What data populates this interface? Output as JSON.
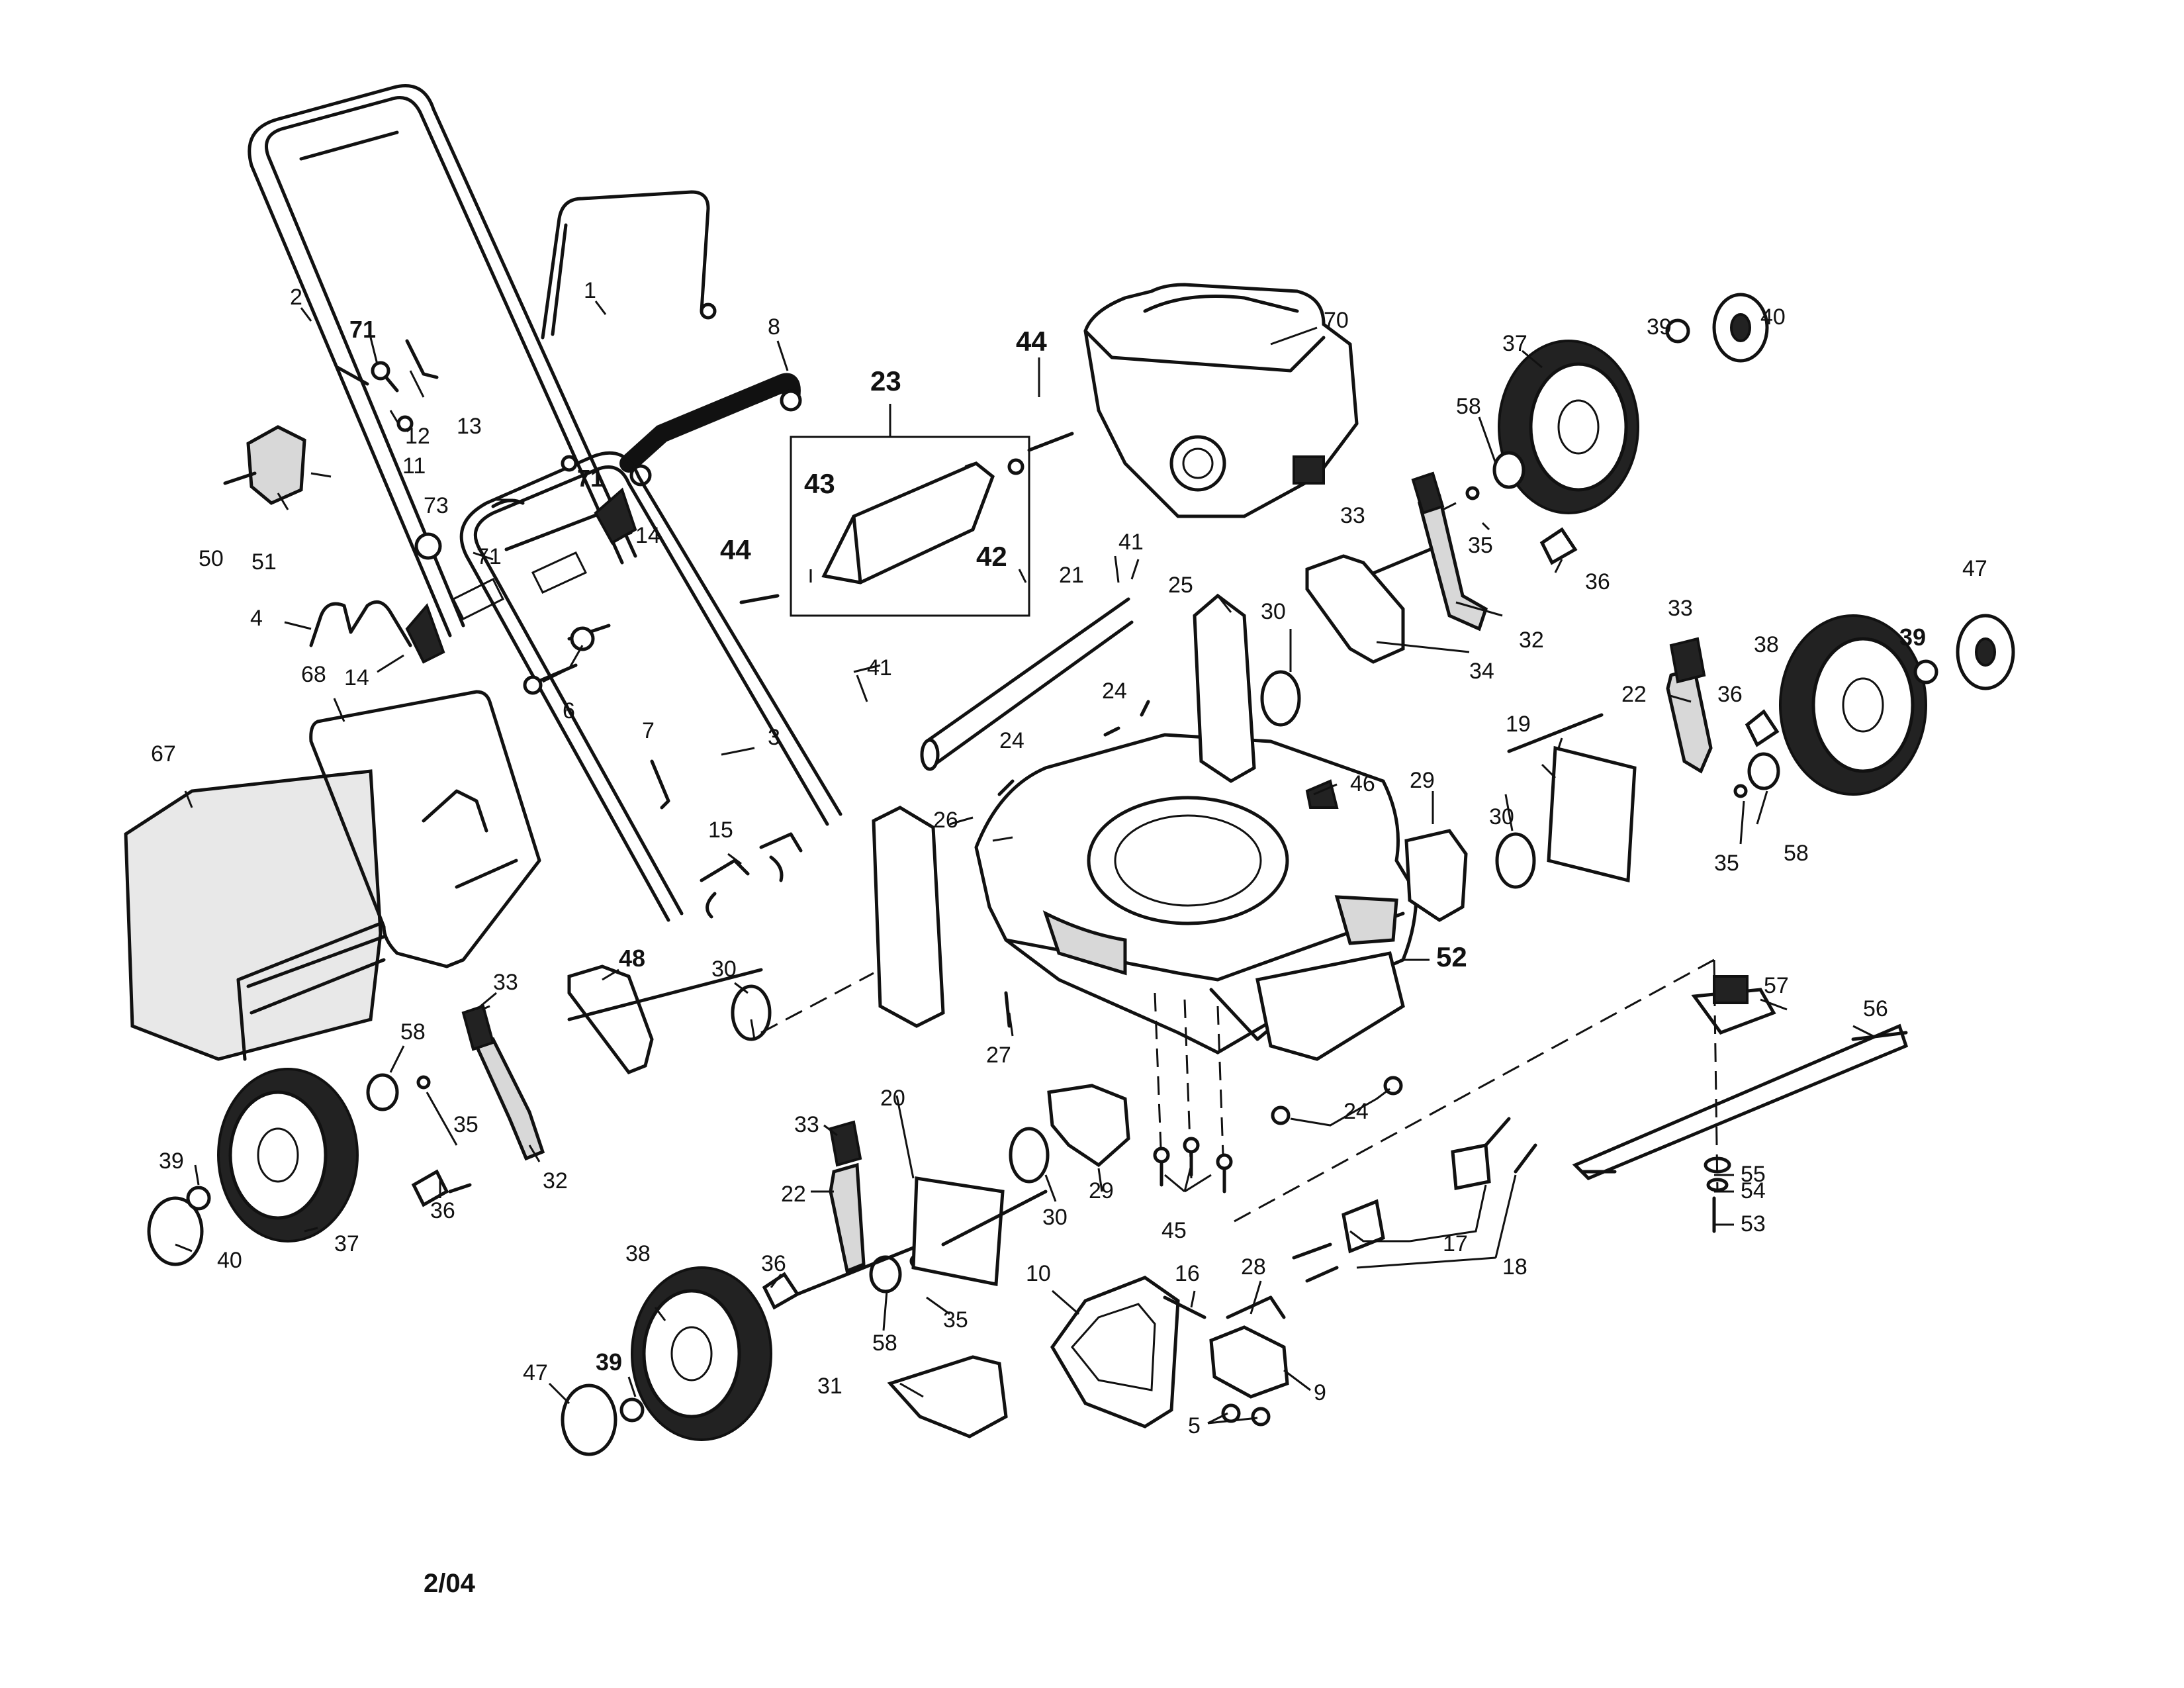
{
  "date_code": "2/04",
  "callouts": {
    "c1": "1",
    "c2": "2",
    "c3": "3",
    "c4": "4",
    "c5": "5",
    "c6": "6",
    "c7": "7",
    "c8": "8",
    "c9": "9",
    "c10": "10",
    "c11": "11",
    "c12": "12",
    "c13": "13",
    "c14a": "14",
    "c14b": "14",
    "c15": "15",
    "c16": "16",
    "c17": "17",
    "c18": "18",
    "c19": "19",
    "c20": "20",
    "c21": "21",
    "c22a": "22",
    "c22b": "22",
    "c23": "23",
    "c24a": "24",
    "c24b": "24",
    "c24c": "24",
    "c25": "25",
    "c26": "26",
    "c27": "27",
    "c28": "28",
    "c29a": "29",
    "c29b": "29",
    "c30a": "30",
    "c30b": "30",
    "c30c": "30",
    "c30d": "30",
    "c31": "31",
    "c32a": "32",
    "c32b": "32",
    "c33a": "33",
    "c33b": "33",
    "c33c": "33",
    "c33d": "33",
    "c34": "34",
    "c35a": "35",
    "c35b": "35",
    "c35c": "35",
    "c35d": "35",
    "c36a": "36",
    "c36b": "36",
    "c36c": "36",
    "c36d": "36",
    "c37a": "37",
    "c37b": "37",
    "c38a": "38",
    "c38b": "38",
    "c39a": "39",
    "c39b": "39",
    "c39c": "39",
    "c39d": "39",
    "c40a": "40",
    "c40b": "40",
    "c41a": "41",
    "c41b": "41",
    "c42": "42",
    "c43": "43",
    "c44a": "44",
    "c44b": "44",
    "c45": "45",
    "c46": "46",
    "c47a": "47",
    "c47b": "47",
    "c48": "48",
    "c50": "50",
    "c51": "51",
    "c52": "52",
    "c53": "53",
    "c54": "54",
    "c55": "55",
    "c56": "56",
    "c57": "57",
    "c58a": "58",
    "c58b": "58",
    "c58c": "58",
    "c58d": "58",
    "c67": "67",
    "c68": "68",
    "c70": "70",
    "c71a": "71",
    "c71b": "71",
    "c71c": "71",
    "c73": "73"
  }
}
